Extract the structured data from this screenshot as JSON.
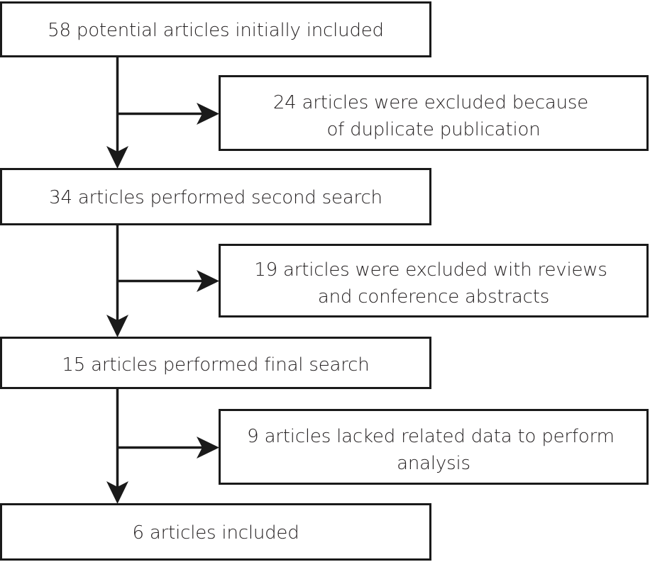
{
  "diagram": {
    "title": "Article selection flow diagram",
    "type": "flowchart",
    "orientation": "vertical-with-side-exclusions",
    "colors": {
      "box_stroke": "#1a1a1a",
      "box_fill": "#ffffff",
      "text": "#231f20",
      "connector": "#1a1a1a",
      "background": "#ffffff"
    }
  },
  "main_steps": [
    {
      "id": "step-initial",
      "count": 58,
      "label": "58 potential articles initially included",
      "lines": [
        "58 potential articles initially included"
      ]
    },
    {
      "id": "step-second-search",
      "count": 34,
      "label": "34 articles performed second search",
      "lines": [
        "34 articles performed second search"
      ]
    },
    {
      "id": "step-final-search",
      "count": 15,
      "label": "15 articles performed final search",
      "lines": [
        "15 articles performed final search"
      ]
    },
    {
      "id": "step-included",
      "count": 6,
      "label": "6 articles included",
      "lines": [
        "6 articles included"
      ]
    }
  ],
  "exclusions": [
    {
      "id": "exclusion-duplicates",
      "count": 24,
      "label": "24 articles were excluded because of duplicate publication",
      "lines": [
        "24 articles were excluded because",
        "of duplicate publication"
      ]
    },
    {
      "id": "exclusion-reviews",
      "count": 19,
      "label": "19 articles were excluded with reviews and conference abstracts",
      "lines": [
        "19 articles were excluded with reviews",
        "and conference abstracts"
      ]
    },
    {
      "id": "exclusion-no-data",
      "count": 9,
      "label": "9 articles lacked related data to perform analysis",
      "lines": [
        "9 articles lacked related data to perform",
        "analysis"
      ]
    }
  ],
  "connectors": [
    {
      "id": "connector-1",
      "from": "step-initial",
      "to": "step-second-search",
      "branch_to": "exclusion-duplicates",
      "icon": "down-arrow-icon",
      "branch_icon": "right-arrow-icon"
    },
    {
      "id": "connector-2",
      "from": "step-second-search",
      "to": "step-final-search",
      "branch_to": "exclusion-reviews",
      "icon": "down-arrow-icon",
      "branch_icon": "right-arrow-icon"
    },
    {
      "id": "connector-3",
      "from": "step-final-search",
      "to": "step-included",
      "branch_to": "exclusion-no-data",
      "icon": "down-arrow-icon",
      "branch_icon": "right-arrow-icon"
    }
  ]
}
